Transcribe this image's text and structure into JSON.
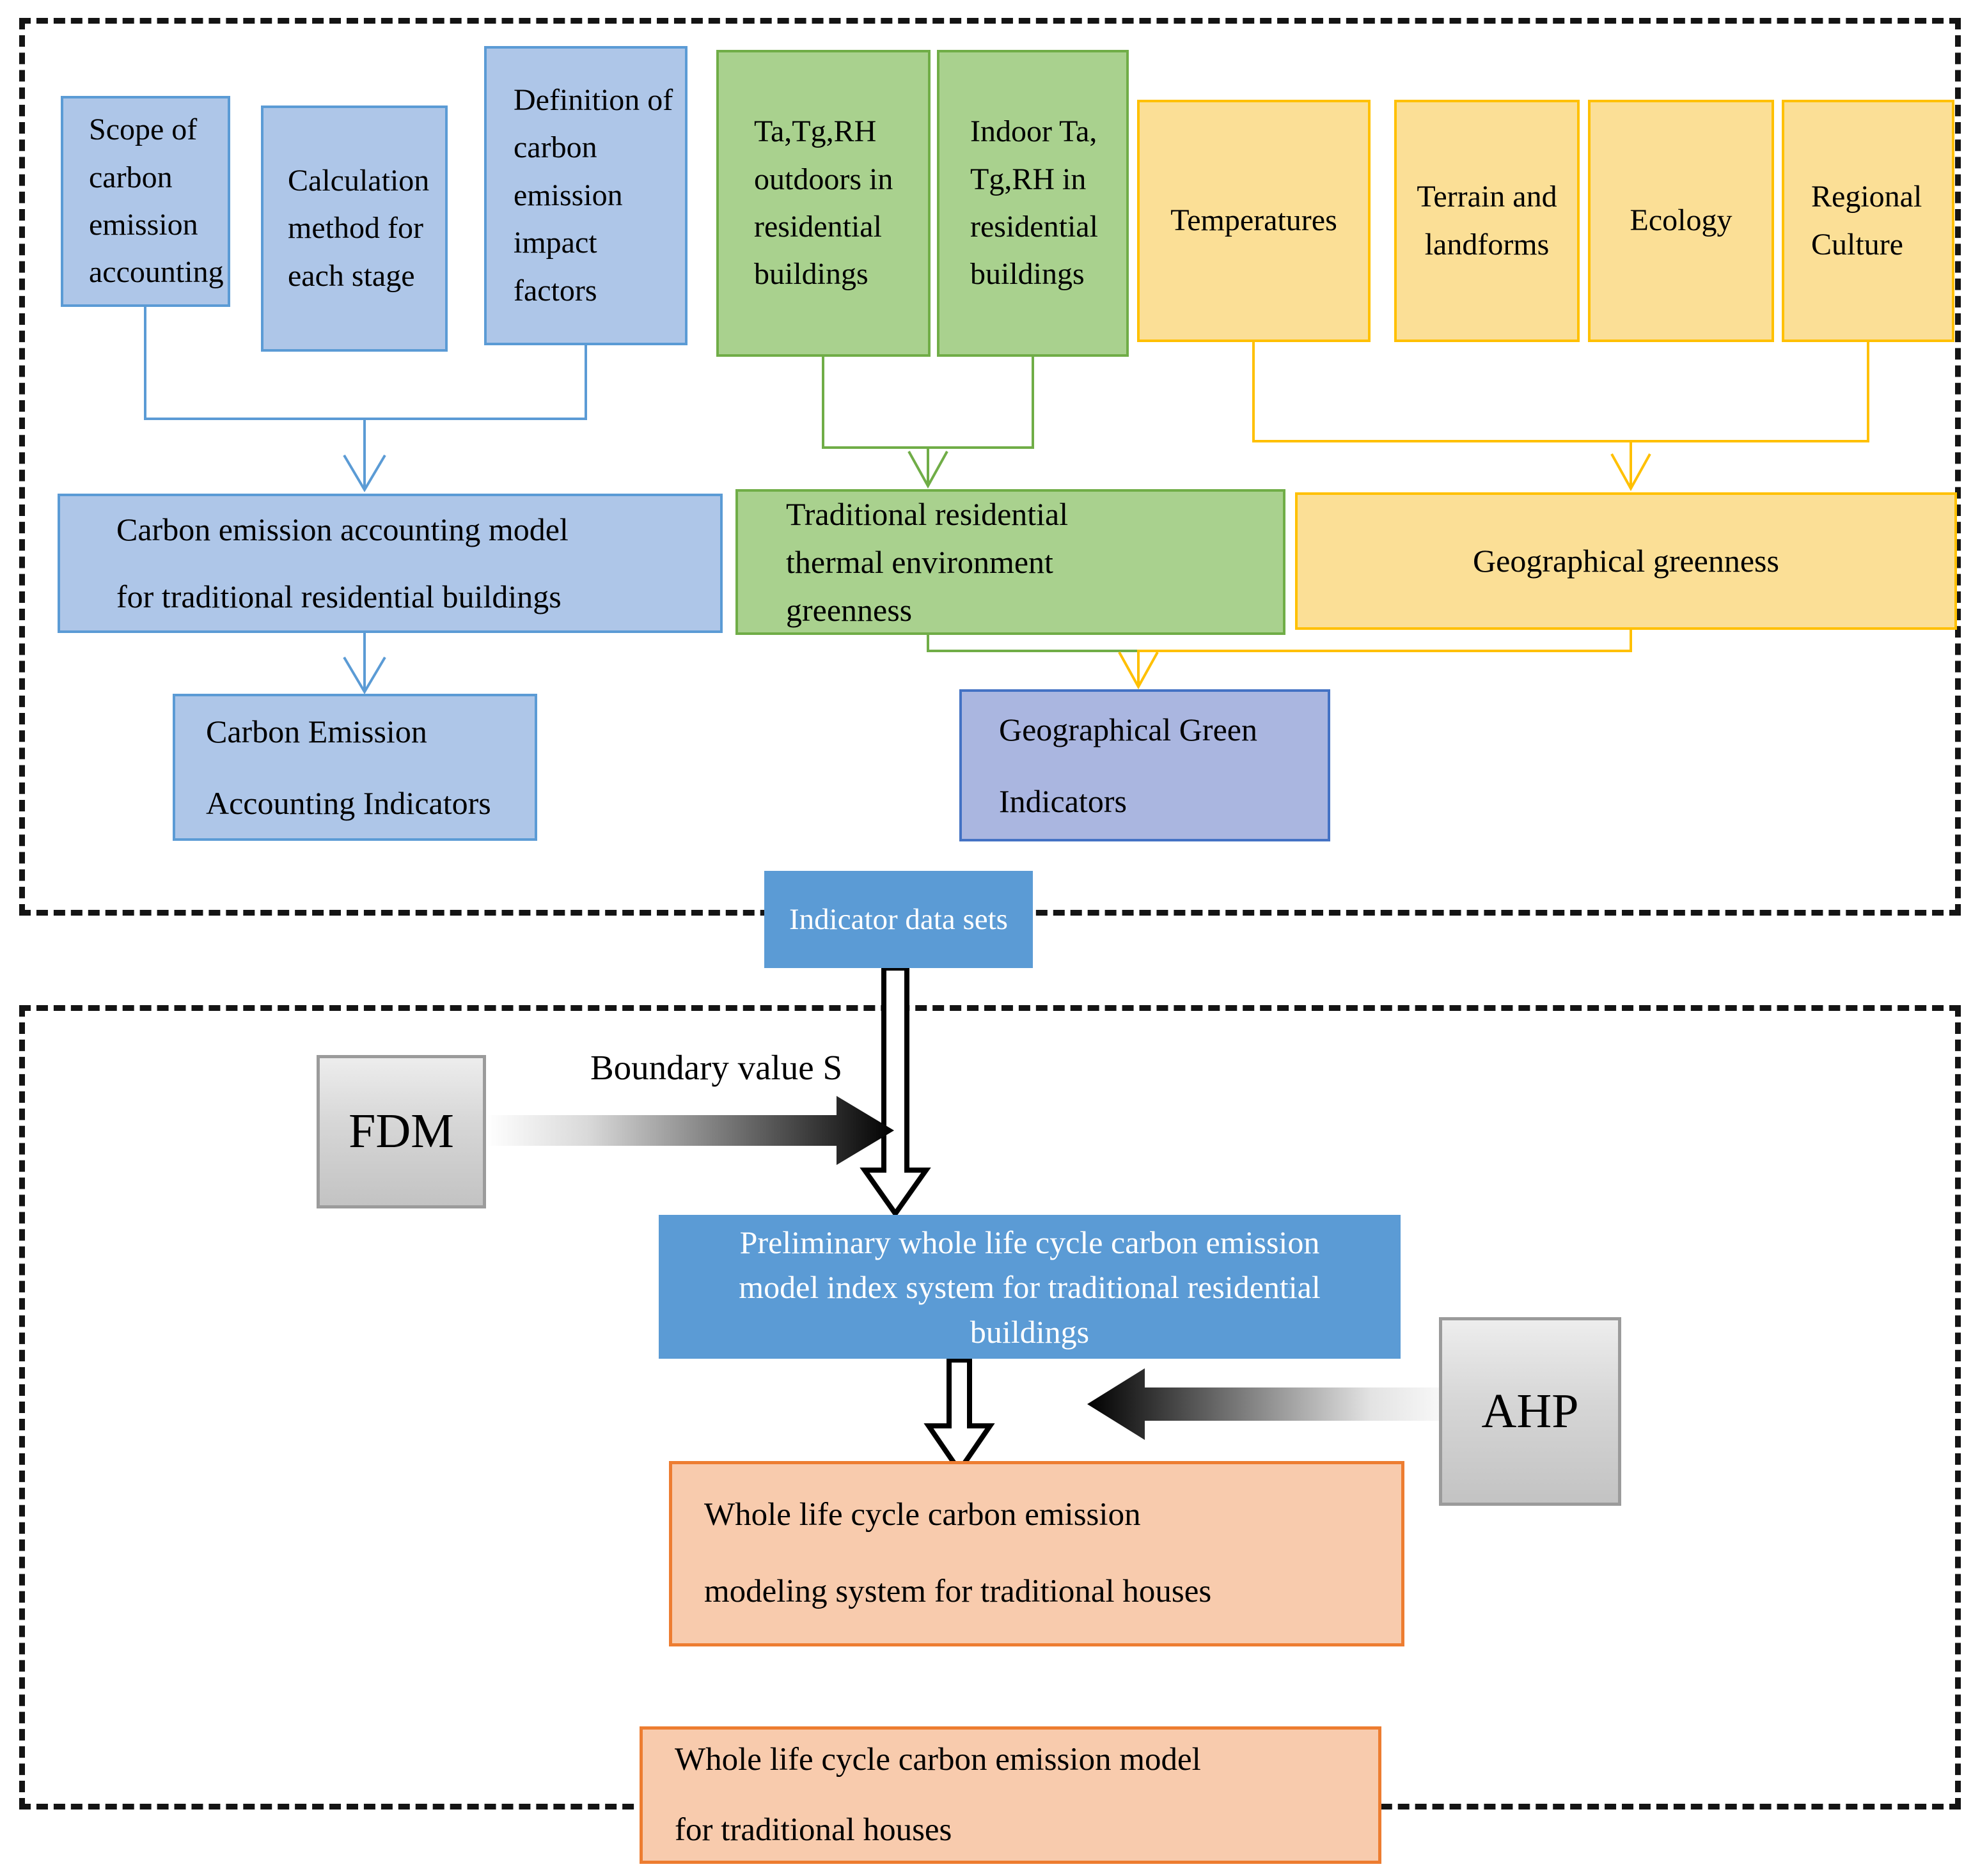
{
  "colors": {
    "blue_fill": "#aec6e8",
    "blue_border": "#5b9bd5",
    "blue_solid": "#5b9bd5",
    "green_fill": "#a9d18e",
    "green_border": "#70ad47",
    "yellow_fill": "#fbdf96",
    "yellow_border": "#ffc000",
    "purple_fill": "#aab6e0",
    "purple_border": "#4472c4",
    "orange_fill": "#f8cbad",
    "orange_border": "#ed7d31",
    "gray_fill": "#d6d6d6",
    "dash_border": "#141414",
    "white_text": "#ffffff"
  },
  "section_indicator_construction": {
    "carbon_accounting": {
      "scope": [
        "Scope of",
        "carbon",
        "emission",
        "accounting"
      ],
      "calculation": [
        "Calculation",
        "method for",
        "each stage"
      ],
      "definition": [
        "Definition of",
        "carbon",
        "emission",
        "impact",
        "factors"
      ],
      "model": [
        "Carbon emission accounting model",
        "for traditional residential buildings"
      ],
      "indicators": [
        "Carbon Emission",
        "Accounting Indicators"
      ]
    },
    "thermal_environment": {
      "outdoor": [
        "Ta,Tg,RH",
        "outdoors in",
        "residential",
        "buildings"
      ],
      "indoor": [
        "Indoor Ta,",
        "Tg,RH in",
        "residential",
        "buildings"
      ],
      "greenness": [
        "Traditional residential",
        "thermal environment",
        "greenness"
      ]
    },
    "geographical": {
      "temperatures": "Temperatures",
      "terrain": [
        "Terrain and",
        "landforms"
      ],
      "ecology": "Ecology",
      "regional_culture": [
        "Regional",
        "Culture"
      ],
      "greenness": "Geographical greenness",
      "indicators": [
        "Geographical Green",
        "Indicators"
      ]
    },
    "indicator_data_sets": "Indicator data sets"
  },
  "section_model_construction": {
    "fdm": "FDM",
    "ahp": "AHP",
    "boundary_value": "Boundary value S",
    "preliminary": [
      "Preliminary whole life cycle carbon emission",
      "model index system for traditional residential",
      "buildings"
    ],
    "modeling_system": [
      "Whole life cycle carbon emission",
      "modeling system for traditional houses"
    ],
    "final_model": [
      "Whole life cycle carbon emission model",
      "for traditional houses"
    ]
  }
}
